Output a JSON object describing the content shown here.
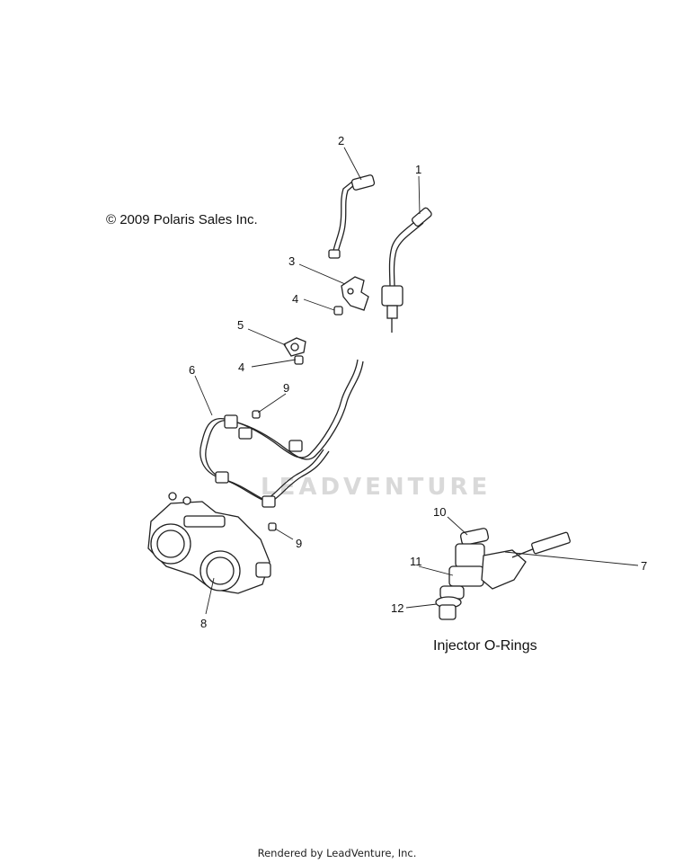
{
  "copyright": "© 2009 Polaris Sales Inc.",
  "caption": "Injector O-Rings",
  "footer": "Rendered by LeadVenture, Inc.",
  "watermark": "LEADVENTURE",
  "callouts": [
    {
      "id": "c1",
      "label": "1"
    },
    {
      "id": "c2",
      "label": "2"
    },
    {
      "id": "c3",
      "label": "3"
    },
    {
      "id": "c4a",
      "label": "4"
    },
    {
      "id": "c5",
      "label": "5"
    },
    {
      "id": "c4b",
      "label": "4"
    },
    {
      "id": "c6",
      "label": "6"
    },
    {
      "id": "c9a",
      "label": "9"
    },
    {
      "id": "c9b",
      "label": "9"
    },
    {
      "id": "c8",
      "label": "8"
    },
    {
      "id": "c10",
      "label": "10"
    },
    {
      "id": "c11",
      "label": "11"
    },
    {
      "id": "c12",
      "label": "12"
    },
    {
      "id": "c7",
      "label": "7"
    }
  ]
}
